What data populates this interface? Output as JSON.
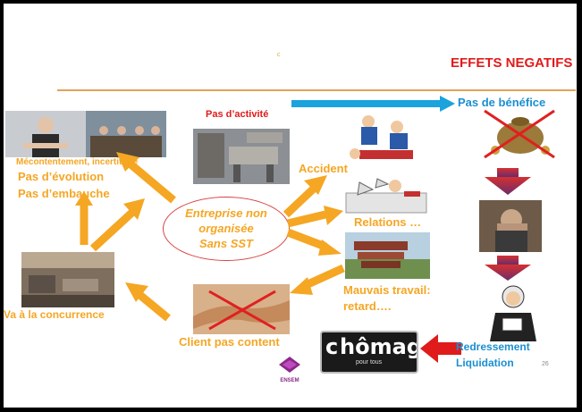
{
  "slide": {
    "title": "EFFETS NEGATIFS",
    "corner_mark": "c",
    "page_number": "26",
    "logo_text": "ENSEM"
  },
  "center": {
    "lines": [
      "Entreprise non",
      "organisée",
      "Sans SST"
    ]
  },
  "labels": {
    "pas_activite": "Pas d’activité",
    "mecontentement": "Mécontentement, incertitude",
    "pas_evolution": "Pas d’évolution",
    "pas_embauche": "Pas d’embauche",
    "concurrence": "Va à la concurrence",
    "client": "Client  pas content",
    "accident": "Accident",
    "relations": "Relations …",
    "mauvais_1": "Mauvais travail:",
    "mauvais_2": "retard….",
    "pas_benefice": "Pas de bénéfice",
    "redressement": "Redressement",
    "liquidation": "Liquidation",
    "chomage": "hômage",
    "chomage_c": "c",
    "chomage_sub": "pour tous"
  },
  "colors": {
    "accent_orange": "#f5a623",
    "title_red": "#e01b1b",
    "rule": "#e3a25a",
    "blue_arrow": "#1aa3dc",
    "gradient_arrow_top": "#d63031",
    "gradient_arrow_bottom": "#6b2c6b"
  }
}
